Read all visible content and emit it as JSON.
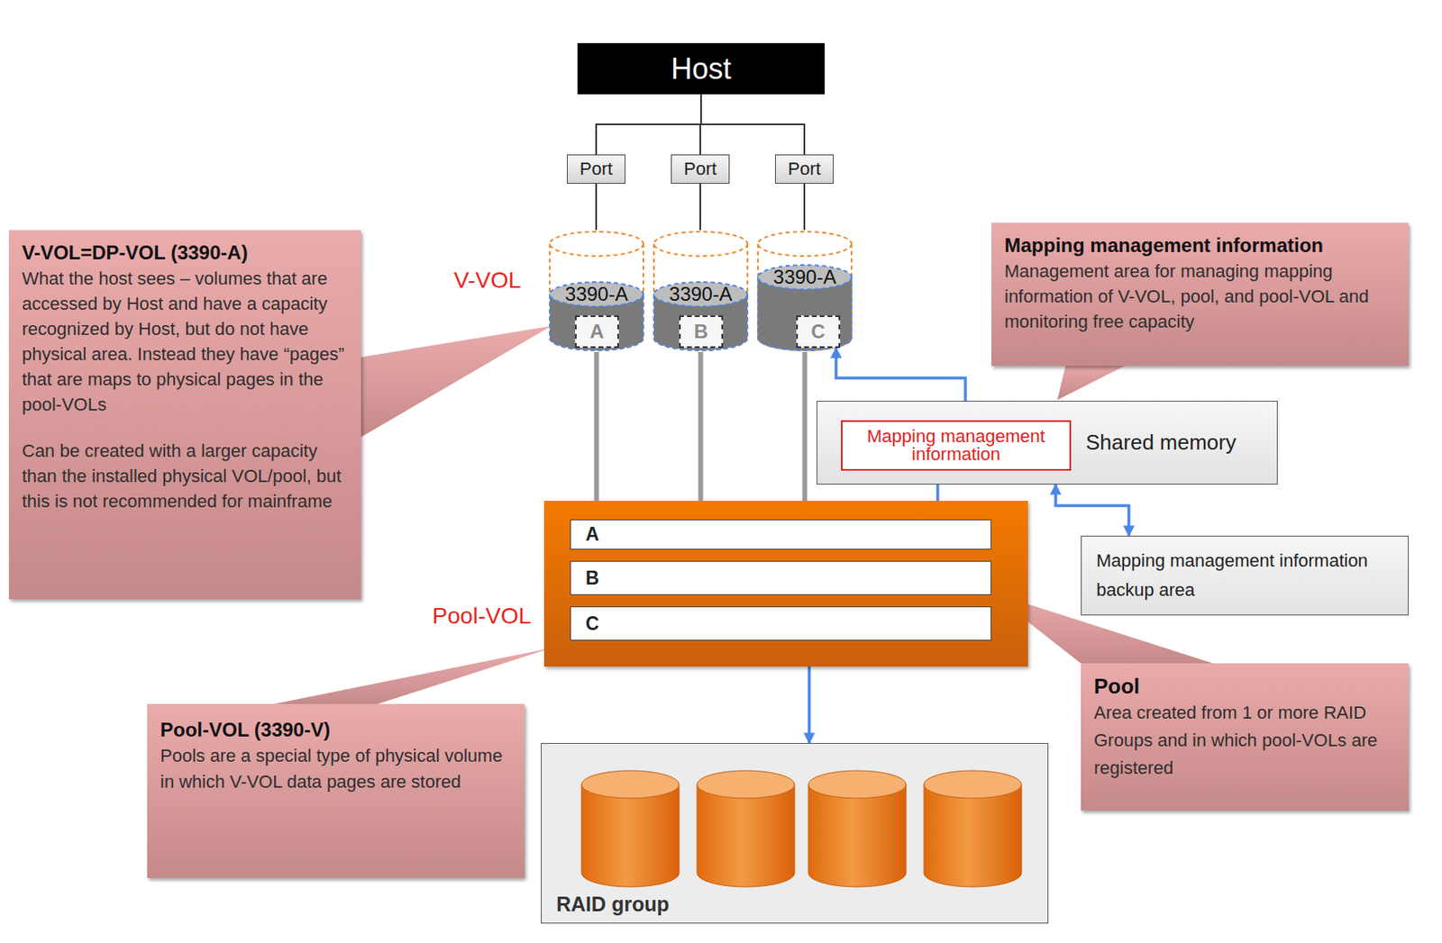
{
  "diagram": {
    "nodes": [
      {
        "text": [
          "Host"
        ]
      },
      {
        "text": [
          "Port"
        ]
      },
      {
        "text": [
          "Port"
        ]
      },
      {
        "text": [
          "Port"
        ]
      },
      {
        "text": [
          "V-VOL=DP-VOL (3390-A)",
          "What the host sees – volumes that are accessed by Host and have a capacity recognized by Host, but do not have physical area. Instead they have “pages” that are maps to physical pages in the pool-VOLs",
          "Can be created with a larger capacity than the installed physical VOL/pool, but this is not recommended for mainframe"
        ]
      },
      {
        "text": [
          "Mapping management information",
          "Management area for managing mapping information of V-VOL, pool, and pool-VOL and monitoring free capacity"
        ]
      },
      {
        "text": [
          "3390-A"
        ]
      },
      {
        "text": [
          "A"
        ],
        "in": 6
      },
      {
        "text": [
          "3390-A"
        ]
      },
      {
        "text": [
          "B"
        ],
        "in": 8
      },
      {
        "text": [
          "3390-A"
        ]
      },
      {
        "text": [
          "C"
        ],
        "in": 10
      },
      {
        "text": [
          "Shared memory"
        ]
      },
      {
        "text": [
          "Mapping management information"
        ],
        "in": 12
      },
      {
        "text": [
          "Mapping management information backup area"
        ]
      },
      {
        "text": [
          "Pool-VOL"
        ]
      },
      {
        "text": [
          "A"
        ],
        "in": 15
      },
      {
        "text": [
          "B"
        ],
        "in": 15
      },
      {
        "text": [
          "C"
        ],
        "in": 15
      },
      {
        "text": [
          "Pool",
          "Area created from 1 or more RAID Groups and in which pool-VOLs are registered"
        ]
      },
      {
        "text": [
          "Pool-VOL (3390-V)",
          "Pools are a special type of physical volume in which V-VOL data pages are stored"
        ]
      },
      {
        "text": [
          "RAID group"
        ]
      }
    ],
    "edges": [
      {
        "from": 0,
        "to": 1,
        "arrow": "none"
      },
      {
        "from": 0,
        "to": 2,
        "arrow": "none"
      },
      {
        "from": 0,
        "to": 3,
        "arrow": "none"
      },
      {
        "from": 1,
        "to": 6,
        "arrow": "none"
      },
      {
        "from": 2,
        "to": 8,
        "arrow": "none"
      },
      {
        "from": 3,
        "to": 10,
        "arrow": "none"
      },
      {
        "from": 6,
        "to": 15,
        "arrow": "none"
      },
      {
        "from": 8,
        "to": 15,
        "arrow": "none"
      },
      {
        "from": 10,
        "to": 15,
        "arrow": "none"
      },
      {
        "from": 11,
        "to": 13,
        "arrow": "both"
      },
      {
        "from": 13,
        "to": 17,
        "arrow": "both"
      },
      {
        "from": 12,
        "to": 14,
        "arrow": "both"
      },
      {
        "from": 18,
        "to": 21,
        "arrow": "both"
      }
    ],
    "labels": [
      "V-VOL"
    ]
  }
}
